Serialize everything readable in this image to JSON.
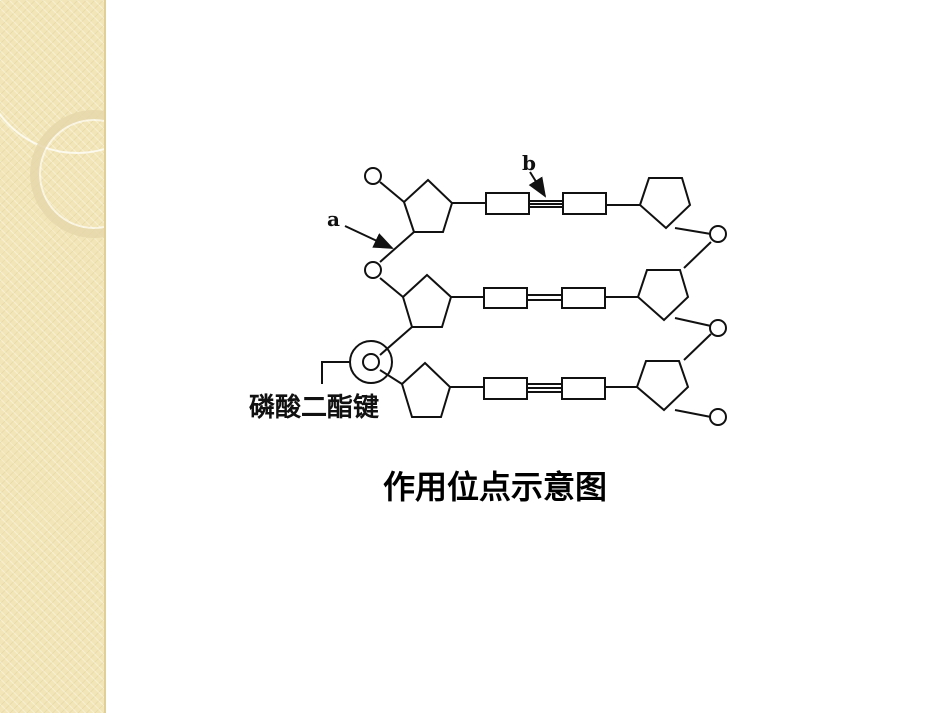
{
  "diagram": {
    "label_a": "a",
    "label_b": "b",
    "bond_label": "磷酸二酯键"
  },
  "caption": "作用位点示意图",
  "colors": {
    "side_panel": "#f2e6b8",
    "line": "#111111"
  }
}
